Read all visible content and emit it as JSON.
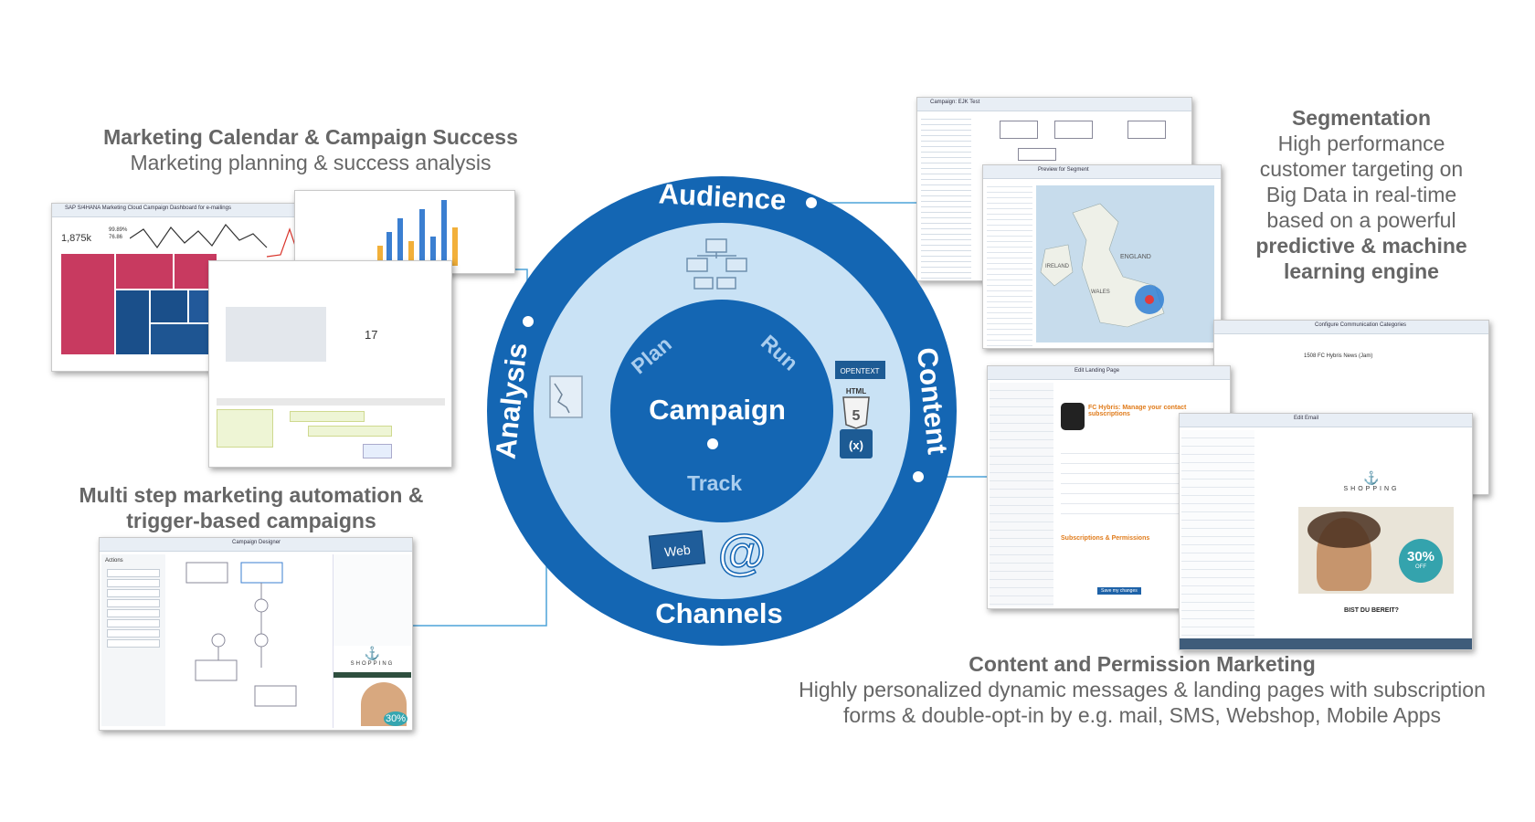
{
  "captions": {
    "calendar": {
      "title": "Marketing Calendar & Campaign Success",
      "subtitle": "Marketing planning & success analysis"
    },
    "segmentation": {
      "title": "Segmentation",
      "line1": "High performance",
      "line2": "customer targeting on",
      "line3": "Big Data in real-time",
      "line4": "based on a powerful",
      "bold1": "predictive & machine",
      "bold2": "learning engine"
    },
    "automation": {
      "line1": "Multi step marketing automation &",
      "line2": "trigger-based campaigns"
    },
    "content": {
      "title": "Content and Permission Marketing",
      "line1": "Highly personalized dynamic messages & landing pages with subscription",
      "line2": "forms & double-opt-in by e.g. mail, SMS, Webshop, Mobile Apps"
    }
  },
  "wheel": {
    "outer": {
      "top": "Audience",
      "right": "Content",
      "bottom": "Channels",
      "left": "Analysis"
    },
    "inner": {
      "center": "Campaign",
      "plan": "Plan",
      "run": "Run",
      "track": "Track"
    },
    "icons": {
      "opentext": "OPENTEXT",
      "html": "HTML",
      "html_num": "5",
      "web": "Web",
      "at": "@",
      "org_chart": "org-chart-icon",
      "line_chart": "line-chart-icon"
    },
    "colors": {
      "outer": "#1466b3",
      "middle": "#c9e2f5",
      "inner": "#1466b3",
      "connector": "#4da3d9"
    }
  },
  "screenshots": {
    "dashboard": {
      "title": "SAP S/4HANA Marketing Cloud Campaign Dashboard for e-mailings",
      "kpi1": "1,875k",
      "kpi2": "99.89%",
      "kpi3": "76.86",
      "kpi_big": "17"
    },
    "segmentation": {
      "title": "Campaign: EJK Test",
      "preview": "Preview for Segment",
      "country1": "ENGLAND",
      "country2": "WALES",
      "country3": "IRELAND"
    },
    "designer": {
      "title": "Campaign Designer",
      "panel": "Actions",
      "brand": "SHOPPING",
      "promo": "30%"
    },
    "landing": {
      "title": "Edit Landing Page",
      "heading": "FC Hybris: Manage your contact subscriptions",
      "section": "Subscriptions & Permissions",
      "button": "Save my changes"
    },
    "email": {
      "title": "Edit Email",
      "brand": "SHOPPING",
      "promo": "30%",
      "promo_small": "OFF",
      "question": "BIST DU BEREIT?"
    },
    "categories": {
      "title": "Configure Communication Categories",
      "item": "1508 FC Hybris News (Jam)"
    }
  }
}
